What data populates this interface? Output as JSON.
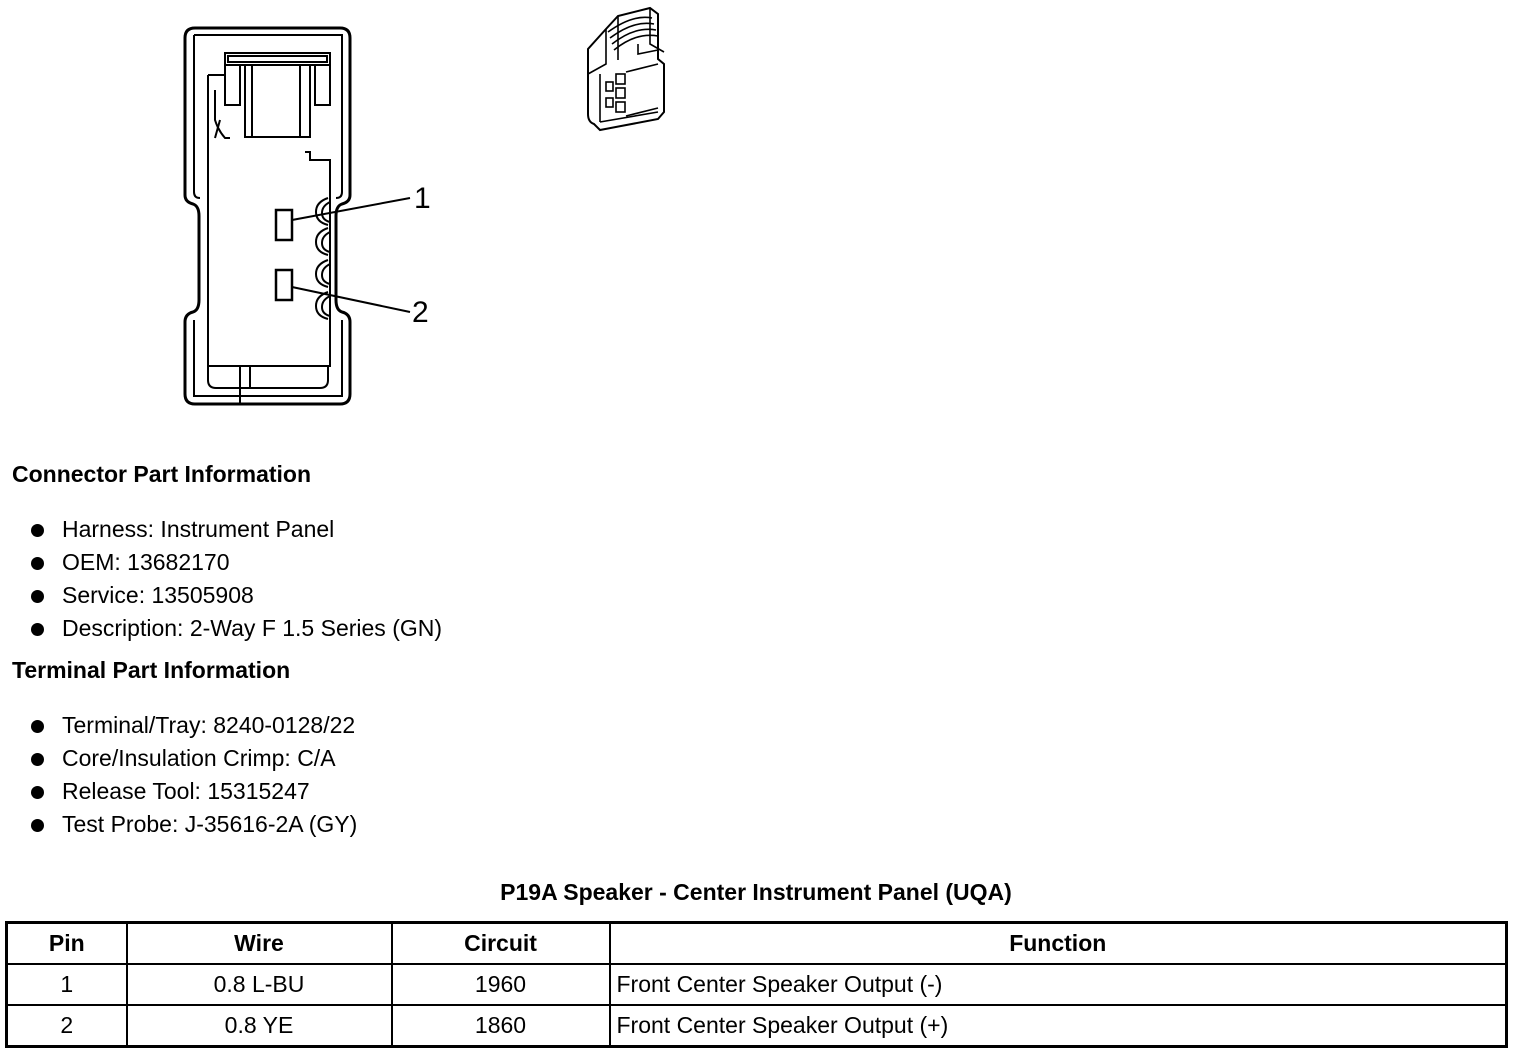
{
  "diagram": {
    "callouts": [
      "1",
      "2"
    ]
  },
  "connector_info": {
    "heading": "Connector Part Information",
    "items": [
      "Harness: Instrument Panel",
      "OEM: 13682170",
      "Service: 13505908",
      "Description: 2-Way F 1.5 Series (GN)"
    ]
  },
  "terminal_info": {
    "heading": "Terminal Part Information",
    "items": [
      "Terminal/Tray: 8240-0128/22",
      "Core/Insulation Crimp: C/A",
      "Release Tool: 15315247",
      "Test Probe: J-35616-2A (GY)"
    ]
  },
  "table": {
    "title": "P19A Speaker - Center Instrument Panel (UQA)",
    "headers": [
      "Pin",
      "Wire",
      "Circuit",
      "Function"
    ],
    "rows": [
      [
        "1",
        "0.8 L-BU",
        "1960",
        "Front Center Speaker Output (-)"
      ],
      [
        "2",
        "0.8 YE",
        "1860",
        "Front Center Speaker Output (+)"
      ]
    ]
  }
}
